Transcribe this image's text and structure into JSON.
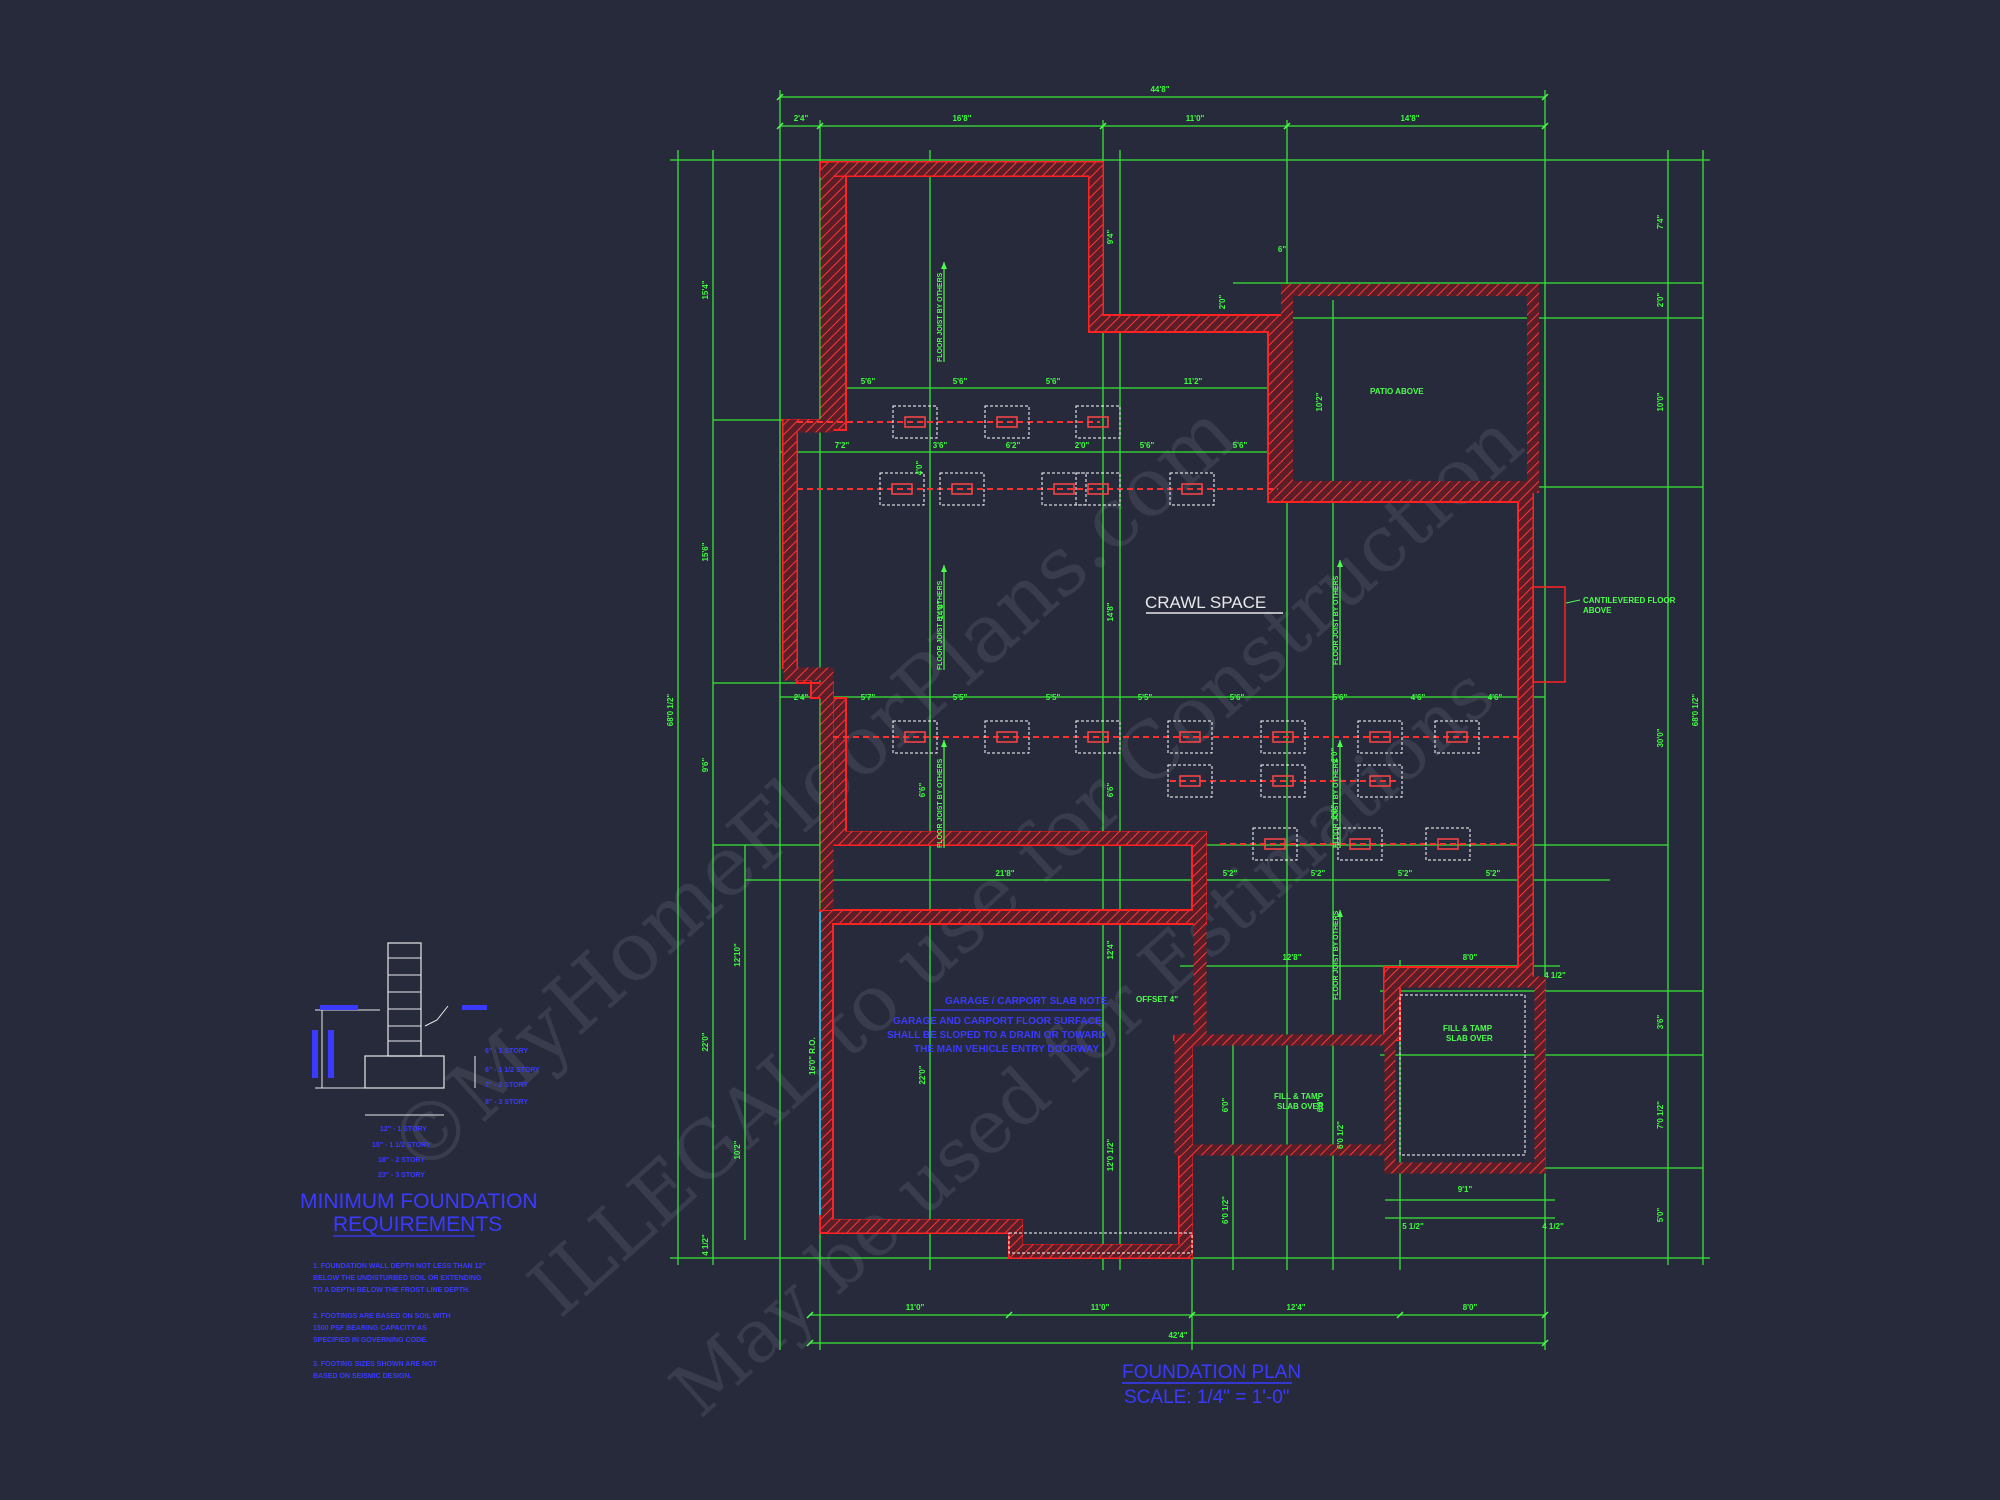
{
  "plan": {
    "title": "FOUNDATION PLAN",
    "scale": "SCALE: 1/4\" = 1'-0\"",
    "crawl_space": "CRAWL SPACE",
    "patio": "PATIO ABOVE",
    "cantilever": [
      "CANTILEVERED FLOOR",
      "ABOVE"
    ],
    "fill_tamp": [
      "FILL & TAMP",
      "SLAB OVER"
    ],
    "offset": "OFFSET 4\"",
    "opening": "16'0\" R.O.",
    "floor_joist": "FLOOR JOIST BY OTHERS",
    "garage_note": [
      "GARAGE / CARPORT SLAB NOTE",
      "GARAGE AND CARPORT FLOOR SURFACE",
      "SHALL BE SLOPED TO A DRAIN OR TOWARD",
      "THE MAIN VEHICLE ENTRY DOORWAY"
    ]
  },
  "dims": {
    "top_overall": "44'8\"",
    "top": [
      "2'4\"",
      "16'8\"",
      "11'0\"",
      "14'8\""
    ],
    "bottom": [
      "11'0\"",
      "11'0\"",
      "12'4\"",
      "8'0\""
    ],
    "bottom_overall": "42'4\"",
    "left_overall": "68'0 1/2\"",
    "right_overall": "68'0 1/2\"",
    "left": [
      "15'4\"",
      "15'6\"",
      "9'6\"",
      "12'10\"",
      "22'0\"",
      "10'2\"",
      "4 1/2\""
    ],
    "right": [
      "7'4\"",
      "2'0\"",
      "10'0\"",
      "30'0\"",
      "3'6\"",
      "7'0 1/2\"",
      "5'0\""
    ],
    "row1": [
      "5'6\"",
      "5'6\"",
      "5'6\"",
      "11'2\""
    ],
    "row2": [
      "7'2\"",
      "3'6\"",
      "6'2\"",
      "2'0\"",
      "5'6\"",
      "5'6\""
    ],
    "row3": [
      "2'4\"",
      "5'7\"",
      "5'5\"",
      "5'5\"",
      "5'5\"",
      "5'6\"",
      "5'6\"",
      "4'6\"",
      "4'6\""
    ],
    "row5": [
      "21'8\"",
      "5'2\"",
      "5'2\"",
      "5'2\"",
      "5'2\""
    ],
    "misc": [
      "9'4\"",
      "10'2\"",
      "2'0\"",
      "6\"",
      "14'8\"",
      "14'8\"",
      "6'6\"",
      "6'6\"",
      "12'4\"",
      "12'0 1/2\"",
      "6'0 1/2\"",
      "12'8\"",
      "8'0\"",
      "4 1/2\"",
      "6'0\"",
      "6'0\"",
      "6'0 1/2\"",
      "9'1\"",
      "5 1/2\"",
      "4 1/2\"",
      "22'0\"",
      "4'0\"",
      "2'0\"",
      "2'0\""
    ]
  },
  "detail": {
    "title": [
      "MINIMUM FOUNDATION",
      "REQUIREMENTS"
    ],
    "labels_right": [
      "6\" - 1 STORY",
      "6\" - 1 1/2 STORY",
      "7\" - 2 STORY",
      "8\" - 3 STORY"
    ],
    "labels_bottom": [
      "12\" - 1 STORY",
      "15\" - 1 1/2 STORY",
      "18\" - 2 STORY",
      "23\" - 3 STORY"
    ],
    "notes": [
      "1. FOUNDATION WALL DEPTH NOT LESS THAN 12\"",
      "   BELOW THE UNDISTURBED SOIL OR EXTENDING",
      "   TO A DEPTH BELOW THE FROST LINE DEPTH.",
      "2. FOOTINGS ARE BASED ON SOIL WITH",
      "   1500 PSF BEARING CAPACITY AS",
      "   SPECIFIED IN GOVERNING CODE.",
      "3. FOOTING SIZES SHOWN ARE NOT",
      "   BASED ON SEISMIC DESIGN."
    ]
  },
  "watermark": [
    "©MyHomeFloorPlans.com",
    "ILLEGAL to use for Construction",
    "May be used for Estimations"
  ],
  "colors": {
    "background": "#272a3b",
    "walls": "#ff2222",
    "dimensions": "#35e635",
    "notes": "#3a3aff"
  }
}
